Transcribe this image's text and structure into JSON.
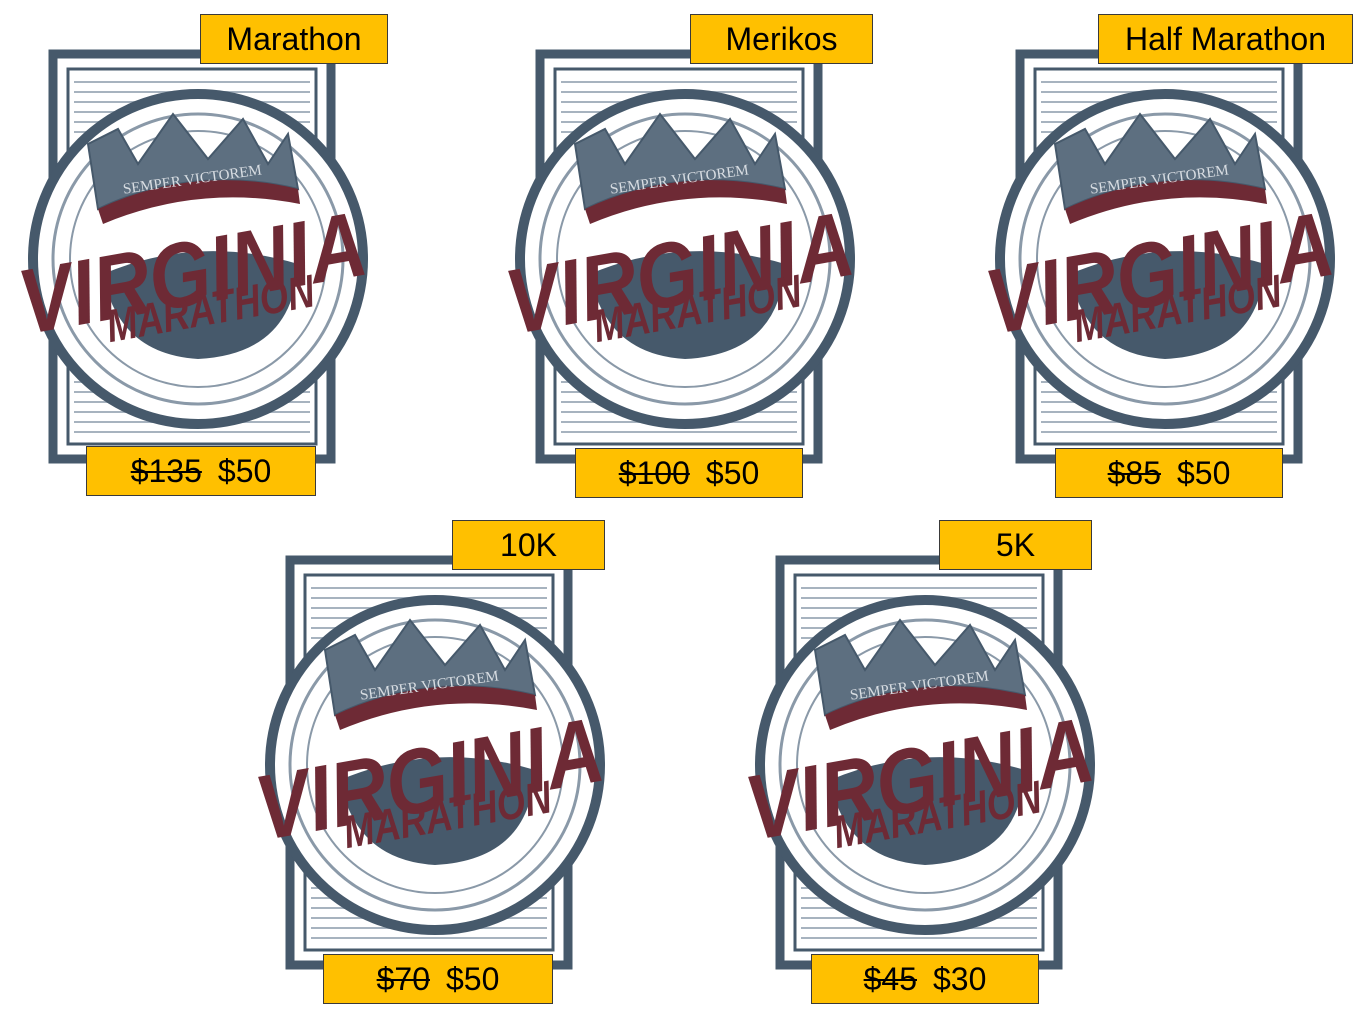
{
  "colors": {
    "tag_bg": "#FFC000",
    "logo_blue": "#46596b",
    "logo_maroon": "#6e2a35",
    "frame_light": "#c8d0d8"
  },
  "logo": {
    "motto": "SEMPER VICTOREM",
    "word1": "VIRGINIA",
    "word2": "MARATHON"
  },
  "races": [
    {
      "name": "Marathon",
      "old_price": "$135",
      "new_price": "$50"
    },
    {
      "name": "Merikos",
      "old_price": "$100",
      "new_price": "$50"
    },
    {
      "name": "Half Marathon",
      "old_price": "$85",
      "new_price": "$50"
    },
    {
      "name": "10K",
      "old_price": "$70",
      "new_price": "$50"
    },
    {
      "name": "5K",
      "old_price": "$45",
      "new_price": "$30"
    }
  ]
}
